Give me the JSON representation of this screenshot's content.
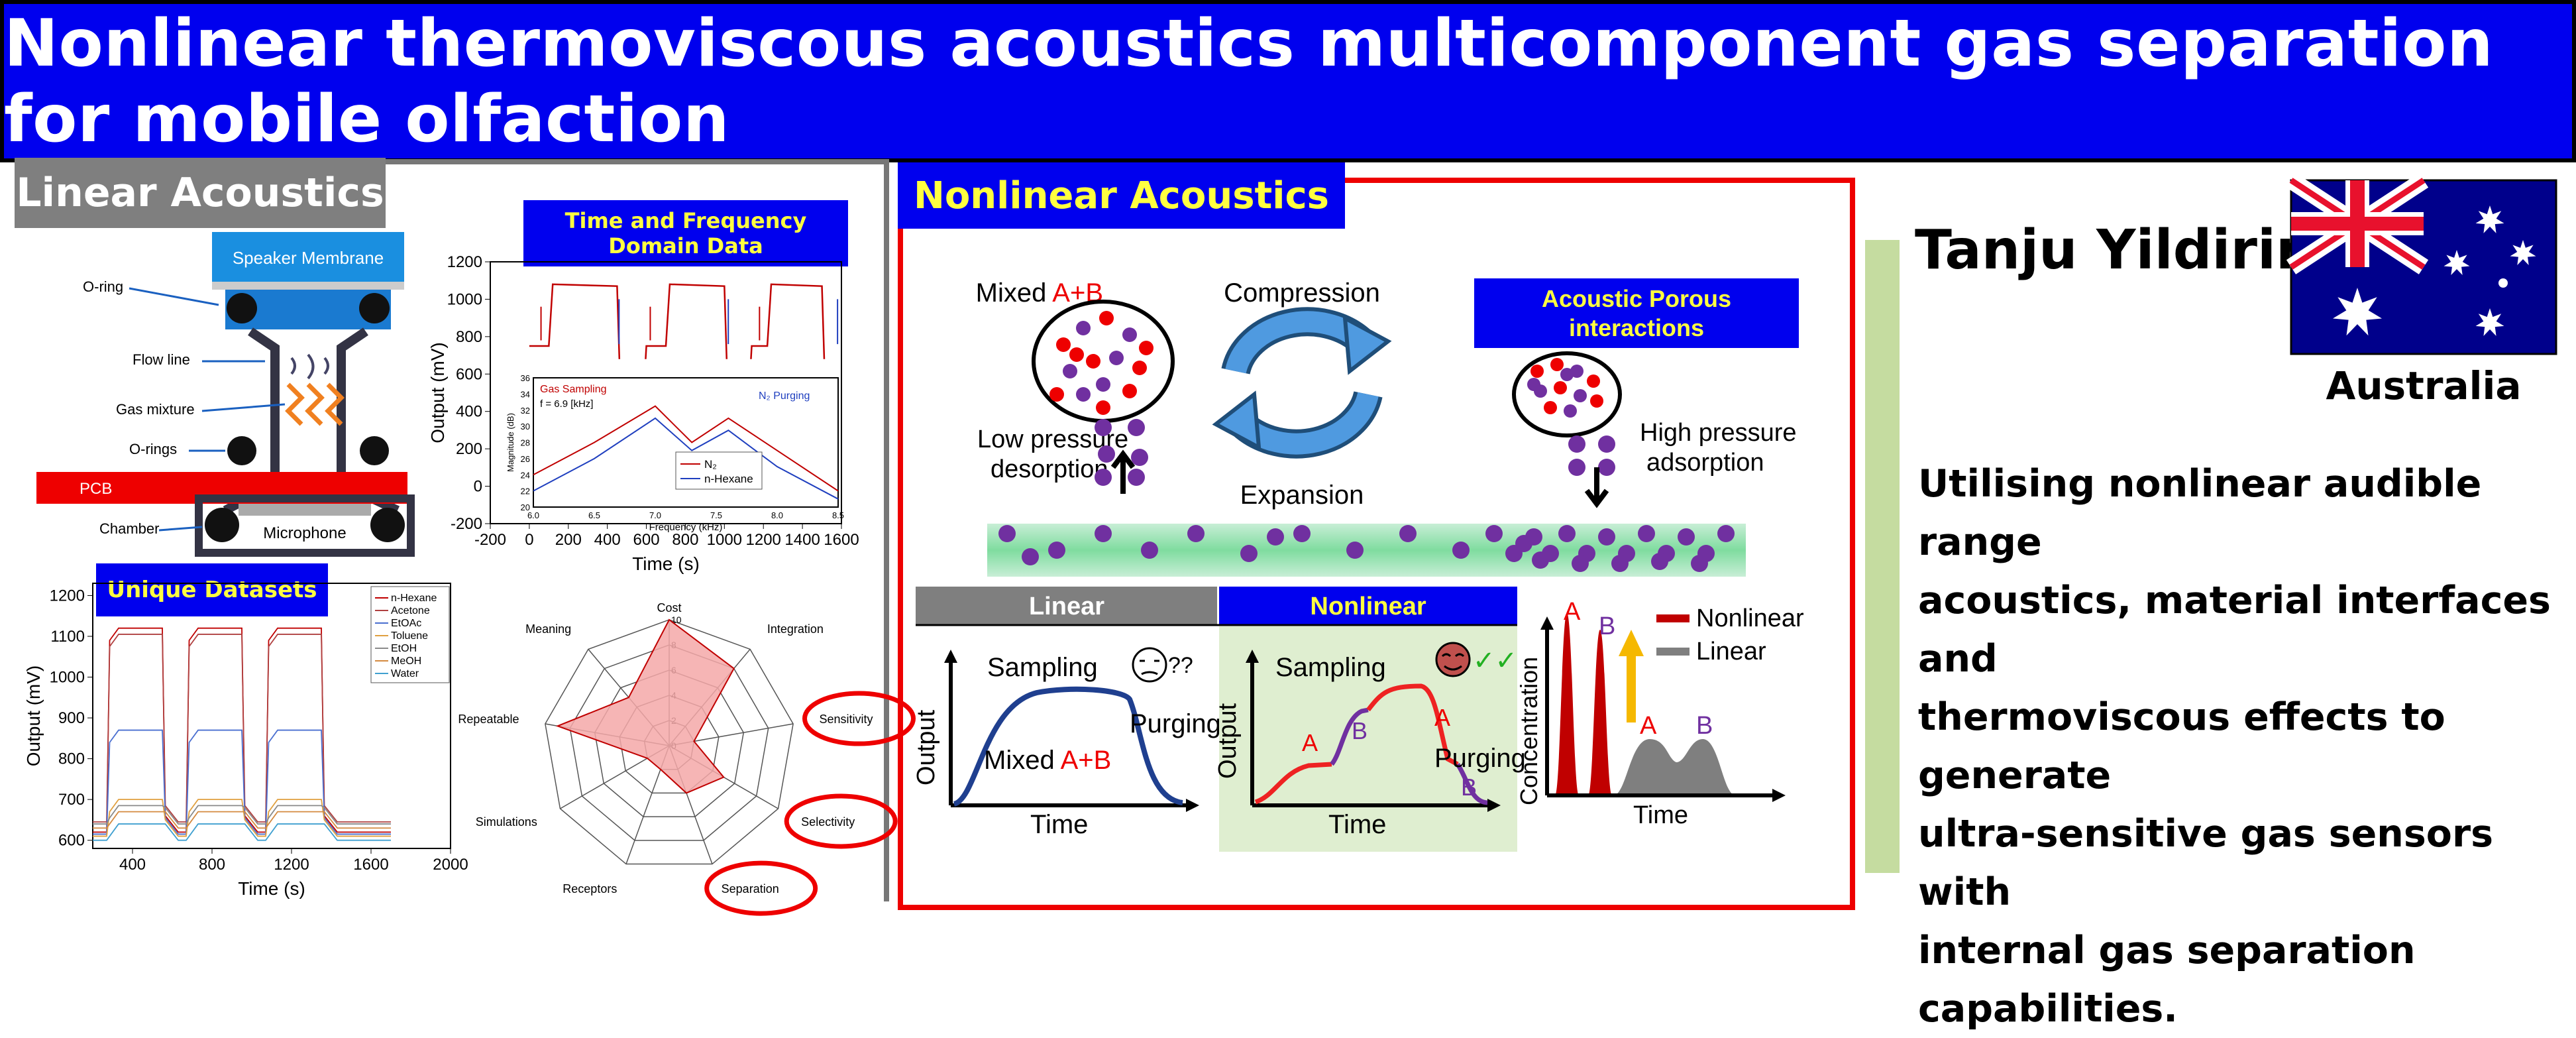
{
  "title": "Nonlinear thermoviscous acoustics multicomponent gas separation for mobile olfaction",
  "linear": {
    "header": "Linear Acoustics",
    "setup": {
      "speaker": "Speaker Membrane",
      "oring": "O-ring",
      "flow": "Flow line",
      "gas": "Gas mixture",
      "orings": "O-rings",
      "pcb": "PCB",
      "chamber": "Chamber",
      "mic": "Microphone"
    },
    "timefreq": {
      "title1": "Time and Frequency",
      "title2": "Domain Data",
      "ylabel": "Output (mV)",
      "xlabel": "Time (s)",
      "yticks": [
        "1200",
        "1000",
        "800",
        "600",
        "400",
        "200",
        "0",
        "-200"
      ],
      "xticks": [
        "-200",
        "0",
        "200",
        "400",
        "600",
        "800",
        "1000",
        "1200",
        "1400",
        "1600"
      ],
      "inset": {
        "gas_sampling": "Gas Sampling",
        "n2_purging": "N₂ Purging",
        "freq_note": "f = 6.9 [kHz]",
        "ylabel": "Magnitude (dB)",
        "xlabel": "Frequency (kHz)",
        "yticks": [
          "36",
          "34",
          "32",
          "30",
          "28",
          "26",
          "24",
          "22",
          "20"
        ],
        "xticks": [
          "6.0",
          "6.5",
          "7.0",
          "7.5",
          "8.0",
          "8.5"
        ],
        "legend": [
          "N₂",
          "n-Hexane"
        ]
      }
    },
    "unique": {
      "title": "Unique Datasets",
      "ylabel": "Output (mV)",
      "xlabel": "Time (s)",
      "yticks": [
        "1200",
        "1100",
        "1000",
        "900",
        "800",
        "700",
        "600"
      ],
      "xticks": [
        "400",
        "800",
        "1200",
        "1600",
        "2000"
      ],
      "legend": [
        "n-Hexane",
        "Acetone",
        "EtOAc",
        "Toluene",
        "EtOH",
        "MeOH",
        "Water"
      ]
    },
    "radar": {
      "axes": [
        "Cost",
        "Integration",
        "Sensitivity",
        "Selectivity",
        "Separation",
        "Receptors",
        "Simulations",
        "Repeatable",
        "Meaning"
      ],
      "rings": [
        "10",
        "8",
        "6",
        "4",
        "2",
        "0"
      ]
    }
  },
  "nonlinear": {
    "header": "Nonlinear Acoustics",
    "mixed_label": "Mixed ",
    "mixed_ab": "A+B",
    "compression": "Compression",
    "expansion": "Expansion",
    "porous": [
      "Acoustic Porous",
      "interactions"
    ],
    "low_pressure": [
      "Low pressure",
      "desorption"
    ],
    "high_pressure": [
      "High pressure",
      "adsorption"
    ],
    "tab_linear": "Linear",
    "tab_nonlinear": "Nonlinear",
    "lin_plot": {
      "sampling": "Sampling",
      "purging": "Purging",
      "output": "Output",
      "time": "Time",
      "mixed": "Mixed ",
      "ab": "A+B",
      "qq": "??"
    },
    "nl_plot": {
      "sampling": "Sampling",
      "purging": "Purging",
      "output": "Output",
      "time": "Time",
      "a": "A",
      "b": "B",
      "check": "✓✓"
    },
    "conc_plot": {
      "ylabel": "Concentration",
      "xlabel": "Time",
      "a": "A",
      "b": "B",
      "legend": [
        "Nonlinear",
        "Linear"
      ]
    }
  },
  "author": {
    "name": "Tanju Yildirim",
    "country": "Australia",
    "abstract": [
      "Utilising nonlinear audible range",
      "acoustics, material interfaces and",
      "thermoviscous effects to generate",
      "ultra-sensitive gas sensors with",
      "internal gas separation capabilities."
    ]
  },
  "chart_data": [
    {
      "type": "line",
      "title": "Time and Frequency Domain Data",
      "xlabel": "Time (s)",
      "ylabel": "Output (mV)",
      "xlim": [
        -200,
        1600
      ],
      "ylim": [
        -200,
        1200
      ],
      "series": [
        {
          "x": [
            0,
            100,
            120,
            450,
            470,
            580,
            600,
            700,
            720,
            1000,
            1020,
            1120,
            1140,
            1220,
            1240,
            1500,
            1520,
            1600
          ],
          "values": [
            750,
            750,
            1080,
            1070,
            400,
            380,
            750,
            750,
            1080,
            1070,
            400,
            380,
            750,
            750,
            1080,
            1070,
            400,
            380
          ]
        }
      ]
    },
    {
      "type": "line",
      "xlabel": "Frequency (kHz)",
      "ylabel": "Magnitude (dB)",
      "xlim": [
        6.0,
        8.5
      ],
      "ylim": [
        20,
        36
      ],
      "series": [
        {
          "name": "N₂",
          "x": [
            6.0,
            6.5,
            7.0,
            7.3,
            7.6,
            8.0,
            8.5
          ],
          "values": [
            24,
            28,
            32.5,
            28,
            31,
            27,
            22
          ]
        },
        {
          "name": "n-Hexane",
          "x": [
            6.0,
            6.5,
            7.0,
            7.3,
            7.6,
            8.0,
            8.5
          ],
          "values": [
            22,
            26,
            31,
            27,
            29.5,
            25,
            21
          ]
        }
      ]
    },
    {
      "type": "line",
      "title": "Unique Datasets",
      "xlabel": "Time (s)",
      "ylabel": "Output (mV)",
      "xlim": [
        200,
        2000
      ],
      "ylim": [
        580,
        1230
      ],
      "series": [
        {
          "name": "n-Hexane",
          "plateau": 1120
        },
        {
          "name": "Acetone",
          "plateau": 1105
        },
        {
          "name": "EtOAc",
          "plateau": 870
        },
        {
          "name": "Toluene",
          "plateau": 700
        },
        {
          "name": "EtOH",
          "plateau": 685
        },
        {
          "name": "MeOH",
          "plateau": 670
        },
        {
          "name": "Water",
          "plateau": 640
        }
      ]
    },
    {
      "type": "radar",
      "categories": [
        "Cost",
        "Integration",
        "Sensitivity",
        "Selectivity",
        "Separation",
        "Receptors",
        "Simulations",
        "Repeatable",
        "Meaning"
      ],
      "rmax": 10,
      "values": [
        10,
        8,
        2,
        5,
        4,
        2,
        2,
        9,
        5
      ]
    }
  ]
}
